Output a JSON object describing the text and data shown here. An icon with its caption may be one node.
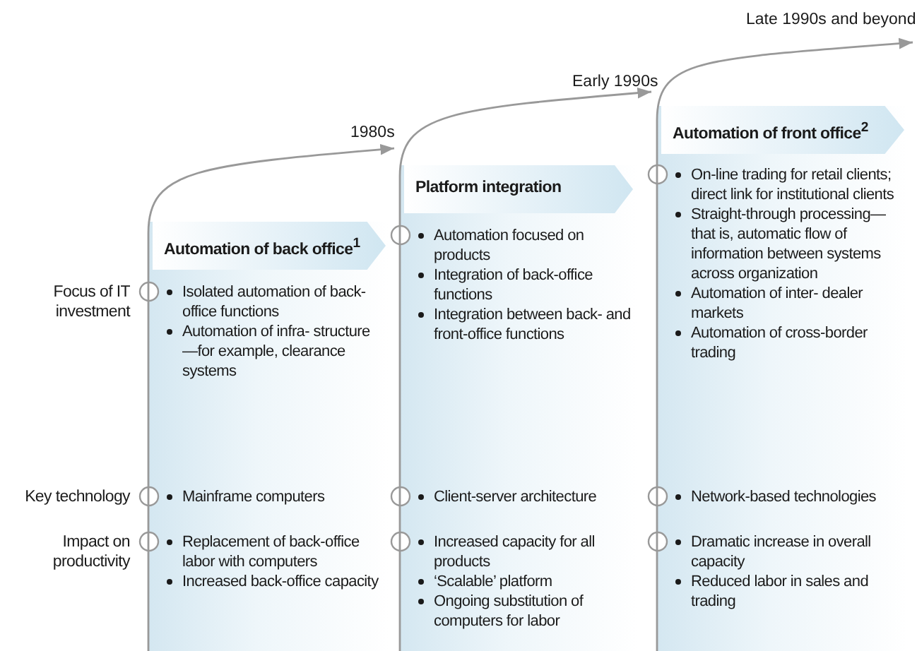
{
  "diagram": {
    "nodes": [
      {
        "text": [
          "Automation of back office$^{1}$"
        ]
      },
      {
        "text": [
          "Isolated automation of back-office functions",
          "Automation of infra- structure—for example, clearance systems"
        ],
        "in": 0
      },
      {
        "text": [
          "Mainframe computers"
        ],
        "in": 0
      },
      {
        "text": [
          "Replacement of back-office labor with computers",
          "Increased back-office capacity"
        ],
        "in": 0
      },
      {
        "text": [
          "Platform integration"
        ]
      },
      {
        "text": [
          "Automation focused on products",
          "Integration of back-office functions",
          "Integration between back- and front-office functions"
        ],
        "in": 4
      },
      {
        "text": [
          "Client-server architecture"
        ],
        "in": 4
      },
      {
        "text": [
          "Increased capacity for all products",
          "‘Scalable’ platform",
          "Ongoing substitution of computers for labor"
        ],
        "in": 4
      },
      {
        "text": [
          "Automation of front office$^{2}$"
        ]
      },
      {
        "text": [
          "On-line trading for retail clients; direct link for institutional clients",
          "Straight-through processing—that is, automatic flow of information between systems across organization",
          "Automation of inter- dealer markets",
          "Automation of cross-border trading"
        ],
        "in": 8
      },
      {
        "text": [
          "Network-based technologies"
        ],
        "in": 8
      },
      {
        "text": [
          "Dramatic increase in overall capacity",
          "Reduced labor in sales and trading"
        ],
        "in": 8
      }
    ],
    "edges": [
      {
        "from": 0,
        "to": 4,
        "arrow": "to",
        "label": "1980s"
      },
      {
        "from": 4,
        "to": 8,
        "arrow": "to",
        "label": "Early 1990s"
      },
      {
        "from": 8,
        "to": null,
        "arrow": "to",
        "label": "Late 1990s and beyond"
      }
    ],
    "labels": [
      "Focus of IT investment",
      "Key technology",
      "Impact on productivity"
    ]
  }
}
